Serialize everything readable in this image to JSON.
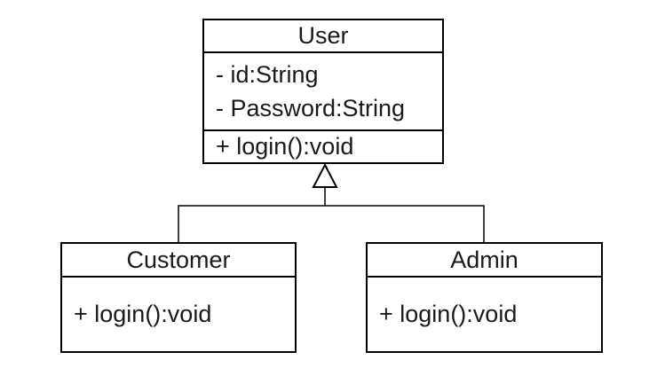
{
  "diagram": {
    "kind": "UML class diagram",
    "classes": [
      {
        "name": "User",
        "attributes": [
          "- id:String",
          "- Password:String"
        ],
        "methods": [
          "+ login():void"
        ]
      },
      {
        "name": "Customer",
        "attributes": [],
        "methods": [
          "+ login():void"
        ]
      },
      {
        "name": "Admin",
        "attributes": [],
        "methods": [
          "+ login():void"
        ]
      }
    ],
    "relationships": [
      {
        "type": "generalization",
        "from": "Customer",
        "to": "User"
      },
      {
        "type": "generalization",
        "from": "Admin",
        "to": "User"
      }
    ],
    "colors": {
      "line": "#000000",
      "text": "#1a1a1a",
      "background": "#ffffff",
      "box_fill": "#ffffff"
    }
  }
}
